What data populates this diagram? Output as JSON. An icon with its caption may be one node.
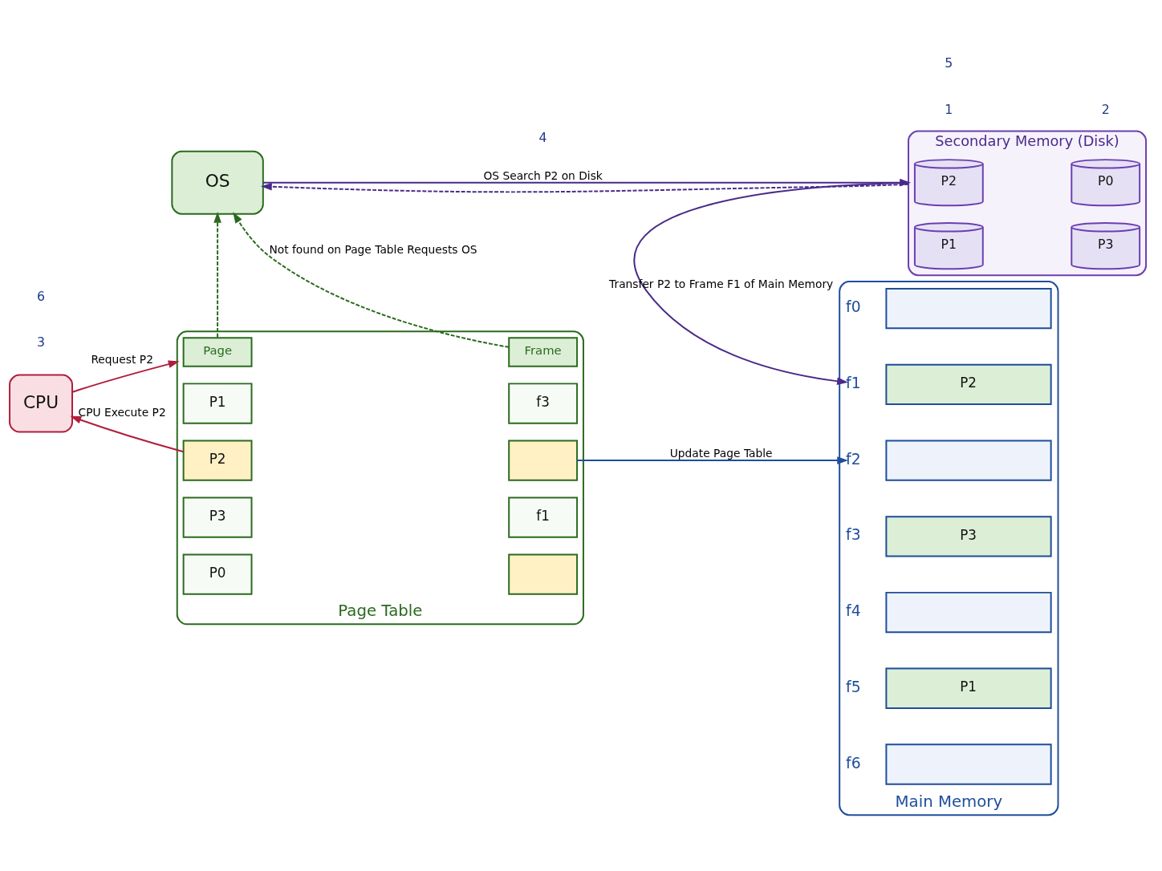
{
  "diagram": {
    "nodes": [
      {
        "text": [
          "OS"
        ]
      },
      {
        "text": [
          "Secondary Memory (Disk)"
        ]
      },
      {
        "text": [
          "P2"
        ],
        "in": 1
      },
      {
        "text": [
          "P0"
        ],
        "in": 1
      },
      {
        "text": [
          "P1"
        ],
        "in": 1
      },
      {
        "text": [
          "P3"
        ],
        "in": 1
      },
      {
        "text": [
          "CPU"
        ]
      },
      {
        "text": [
          "Page Table"
        ]
      },
      {
        "text": [
          "Page"
        ],
        "in": 7
      },
      {
        "text": [
          "Frame"
        ],
        "in": 7
      },
      {
        "text": [
          "P1"
        ],
        "in": 7
      },
      {
        "text": [
          "f3"
        ],
        "in": 7
      },
      {
        "text": [
          "P2"
        ],
        "in": 7
      },
      {
        "text": [],
        "shape": "box",
        "in": 7
      },
      {
        "text": [
          "P3"
        ],
        "in": 7
      },
      {
        "text": [
          "f1"
        ],
        "in": 7
      },
      {
        "text": [
          "P0"
        ],
        "in": 7
      },
      {
        "text": [],
        "shape": "box",
        "in": 7
      },
      {
        "text": [
          "Main Memory"
        ]
      },
      {
        "text": [],
        "shape": "box",
        "in": 18,
        "beside": [
          "f0"
        ]
      },
      {
        "text": [
          "P2"
        ],
        "in": 18,
        "beside": [
          "f1"
        ]
      },
      {
        "text": [],
        "shape": "box",
        "in": 18,
        "beside": [
          "f2"
        ]
      },
      {
        "text": [
          "P3"
        ],
        "in": 18,
        "beside": [
          "f3"
        ]
      },
      {
        "text": [],
        "shape": "box",
        "in": 18,
        "beside": [
          "f4"
        ]
      },
      {
        "text": [
          "P1"
        ],
        "in": 18,
        "beside": [
          "f5"
        ]
      },
      {
        "text": [],
        "shape": "box",
        "in": 18,
        "beside": [
          "f6"
        ]
      }
    ],
    "edges": [
      {
        "from": 0,
        "to": 1,
        "arrow": "to",
        "label": "OS Search P2 on Disk",
        "color": "#4a2a8a"
      },
      {
        "from": 1,
        "to": 0,
        "arrow": "to",
        "style": "dashed",
        "color": "#4a2a8a"
      },
      {
        "from": 1,
        "to": 20,
        "arrow": "to",
        "label": "Transfer P2 to Frame F1 of Main Memory",
        "color": "#4a2a8a"
      },
      {
        "from": 6,
        "to": 7,
        "arrow": "to",
        "label": "Request P2",
        "color": "#b01e3c"
      },
      {
        "from": 8,
        "to": 0,
        "arrow": "to",
        "style": "dashed",
        "color": "#2a6a1e"
      },
      {
        "from": 9,
        "to": 0,
        "arrow": "to",
        "style": "dashed",
        "label": "Not found on Page Table Requests OS",
        "color": "#2a6a1e"
      },
      {
        "from": 13,
        "to": 21,
        "arrow": "to",
        "label": "Update Page Table",
        "color": "#1f4e9c"
      },
      {
        "from": 12,
        "to": 6,
        "arrow": "to",
        "label": "CPU Execute P2",
        "color": "#b01e3c"
      }
    ],
    "labels": [
      "1",
      "4",
      "2",
      "3",
      "6",
      "5"
    ]
  }
}
